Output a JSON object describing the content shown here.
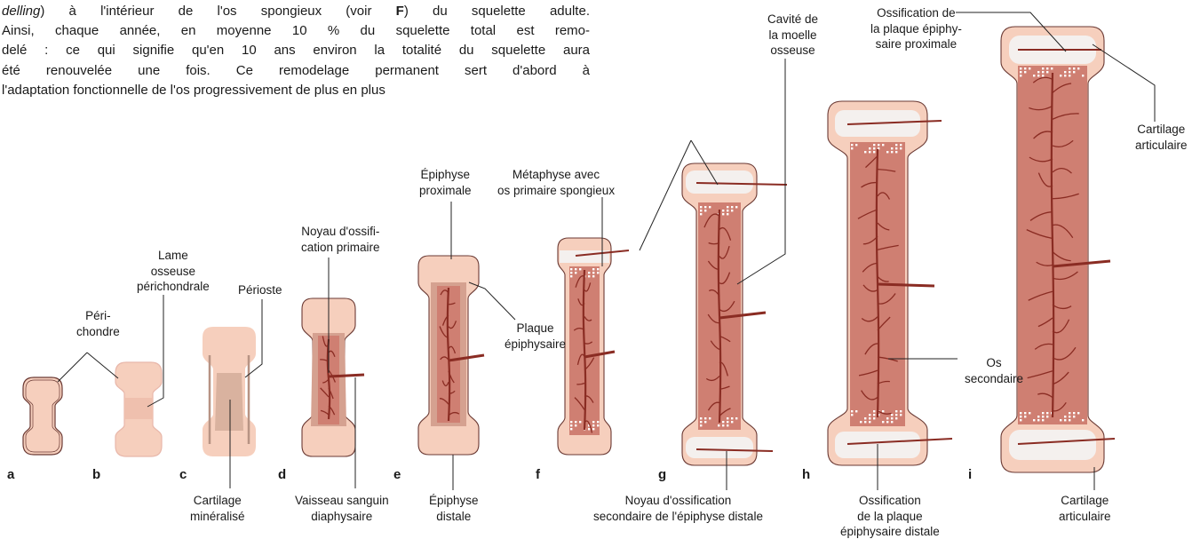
{
  "paragraph": {
    "line1_italic": "delling",
    "line1_mid": ") à l'intérieur de l'os spongieux (voir ",
    "line1_bold": "F",
    "line1_end": ") du squelette adulte.",
    "line2": "Ainsi, chaque année, en moyenne 10 % du squelette total est remo-",
    "line3": "delé : ce qui signifie qu'en 10 ans environ la totalité du squelette aura",
    "line4": "été renouvelée une fois. Ce remodelage permanent sert d'abord à",
    "line5": "l'adaptation fonctionnelle de l'os progressivement de plus en plus"
  },
  "labels": {
    "perichondre": [
      "Péri-",
      "chondre"
    ],
    "lame_osseuse": [
      "Lame",
      "osseuse",
      "périchondrale"
    ],
    "perioste": [
      "Périoste"
    ],
    "cartilage_mineralise": [
      "Cartilage",
      "minéralisé"
    ],
    "noyau_primaire": [
      "Noyau d'ossifi-",
      "cation primaire"
    ],
    "vaisseau": [
      "Vaisseau sanguin",
      "diaphysaire"
    ],
    "epiphyse_proximale": [
      "Épiphyse",
      "proximale"
    ],
    "epiphyse_distale": [
      "Épiphyse",
      "distale"
    ],
    "plaque_epiphysaire": [
      "Plaque",
      "épiphysaire"
    ],
    "metaphyse": [
      "Métaphyse avec",
      "os primaire spongieux"
    ],
    "cavite_moelle": [
      "Cavité de",
      "la moelle",
      "osseuse"
    ],
    "noyau_secondaire": [
      "Noyau d'ossification",
      "secondaire de l'épiphyse distale"
    ],
    "os_secondaire": [
      "Os",
      "secondaire"
    ],
    "ossif_distale": [
      "Ossification",
      "de la plaque",
      "épiphysaire distale"
    ],
    "ossif_proximale": [
      "Ossification de",
      "la plaque épiphy-",
      "saire proximale"
    ],
    "cartilage_articulaire_top": [
      "Cartilage",
      "articulaire"
    ],
    "cartilage_articulaire_bottom": [
      "Cartilage",
      "articulaire"
    ]
  },
  "stage_letters": [
    "a",
    "b",
    "c",
    "d",
    "e",
    "f",
    "g",
    "h",
    "i"
  ],
  "colors": {
    "cartilage": "#f6cfbd",
    "bone": "#cf7f72",
    "marrow": "#c96e62",
    "vessel": "#8a2c23",
    "outline": "#6b3a34",
    "white_zone": "#f4f0ee"
  }
}
